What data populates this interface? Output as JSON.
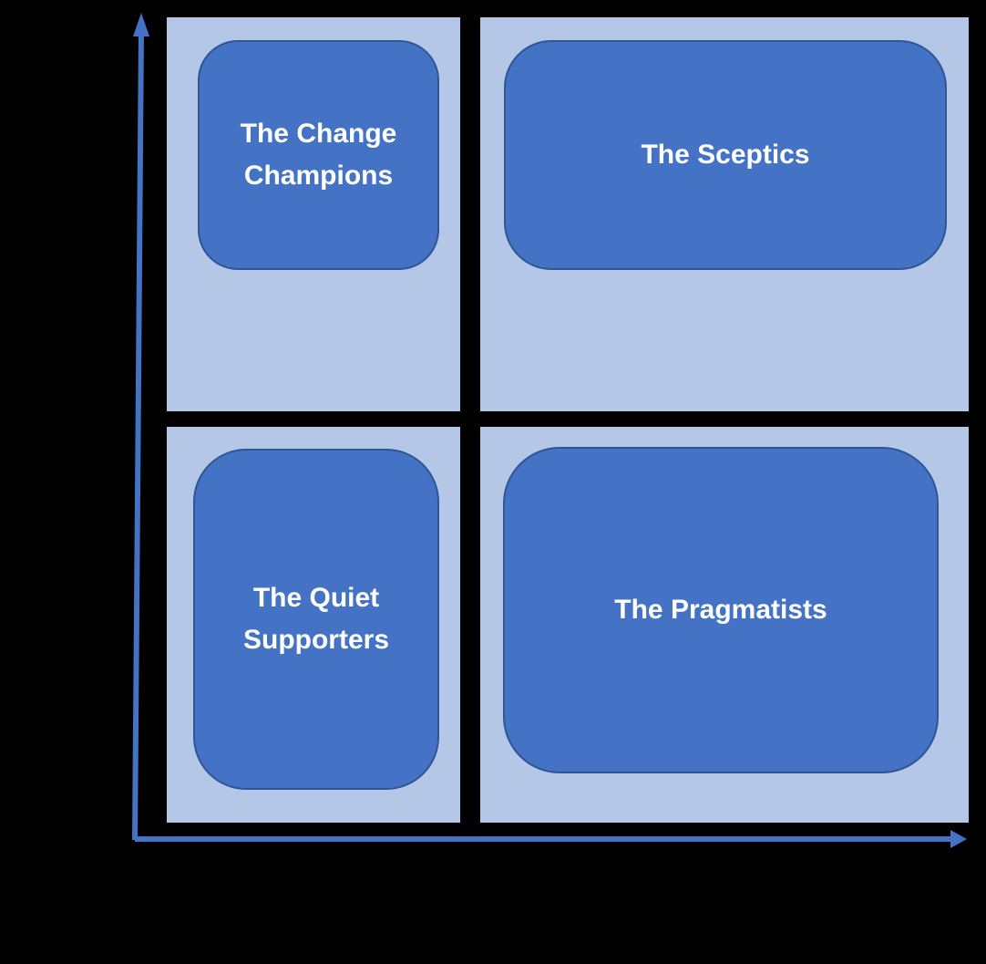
{
  "diagram": {
    "type": "2x2-matrix",
    "colors": {
      "background": "#000000",
      "quadrant_fill": "#b4c7e7",
      "card_fill": "#4472c4",
      "card_border": "#2f5597",
      "axis": "#4472c4",
      "label_text": "#ffffff"
    },
    "axes": {
      "y_icon": "arrow-up-icon",
      "x_icon": "arrow-right-icon"
    },
    "quadrants": [
      {
        "position": "top-left",
        "label": "The Change Champions"
      },
      {
        "position": "top-right",
        "label": "The Sceptics"
      },
      {
        "position": "bottom-left",
        "label": "The Quiet Supporters"
      },
      {
        "position": "bottom-right",
        "label": "The Pragmatists"
      }
    ]
  }
}
